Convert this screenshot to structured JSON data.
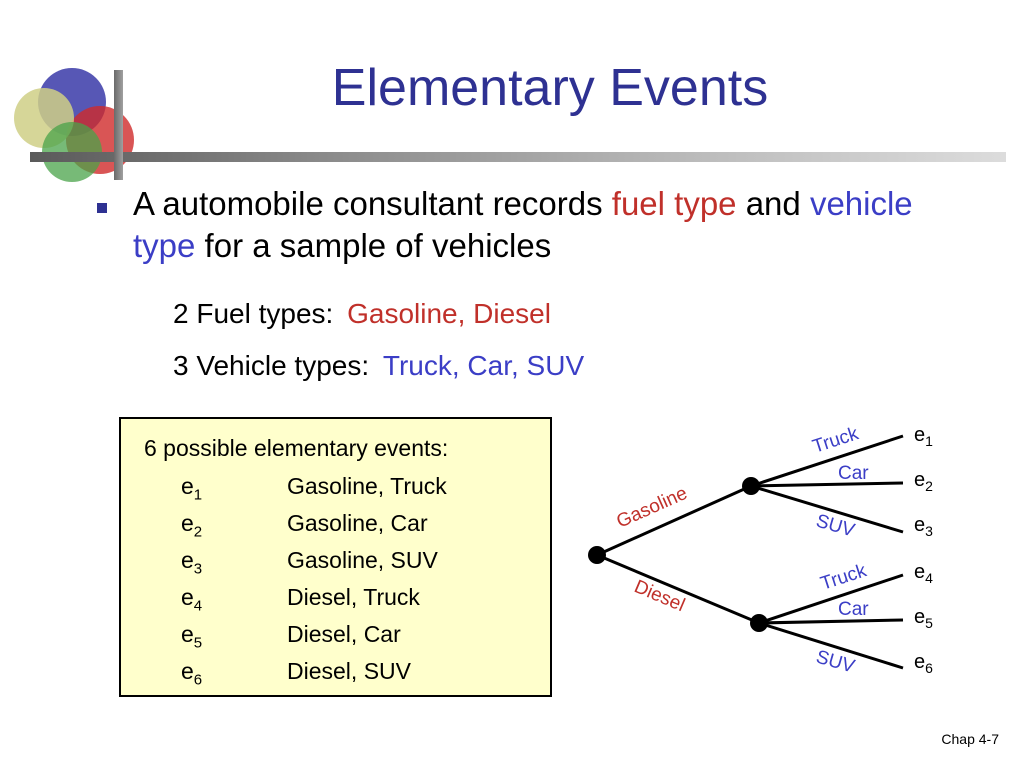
{
  "slide": {
    "title": "Elementary Events",
    "bullet": {
      "intro": "A automobile consultant records",
      "fuel": "fuel type",
      "and": "and",
      "vehicle": "vehicle type",
      "rest": "for a sample of vehicles"
    },
    "fuel_types": {
      "label": "2 Fuel types:",
      "value": "Gasoline, Diesel"
    },
    "vehicle_types": {
      "label": "3 Vehicle types:",
      "value": "Truck, Car, SUV"
    },
    "events_box": {
      "heading": "6 possible elementary events:",
      "rows": [
        {
          "code": "e",
          "sub": "1",
          "desc": "Gasoline, Truck"
        },
        {
          "code": "e",
          "sub": "2",
          "desc": "Gasoline, Car"
        },
        {
          "code": "e",
          "sub": "3",
          "desc": "Gasoline, SUV"
        },
        {
          "code": "e",
          "sub": "4",
          "desc": "Diesel, Truck"
        },
        {
          "code": "e",
          "sub": "5",
          "desc": "Diesel, Car"
        },
        {
          "code": "e",
          "sub": "6",
          "desc": "Diesel, SUV"
        }
      ]
    },
    "tree": {
      "fuel_labels": {
        "gasoline": "Gasoline",
        "diesel": "Diesel"
      },
      "vehicle_labels": {
        "truck": "Truck",
        "car": "Car",
        "suv": "SUV"
      },
      "leaves": [
        {
          "code": "e",
          "sub": "1"
        },
        {
          "code": "e",
          "sub": "2"
        },
        {
          "code": "e",
          "sub": "3"
        },
        {
          "code": "e",
          "sub": "4"
        },
        {
          "code": "e",
          "sub": "5"
        },
        {
          "code": "e",
          "sub": "6"
        }
      ]
    },
    "footer": "Chap 4-7"
  },
  "colors": {
    "title": "#2e3192",
    "fuel": "#c0302a",
    "vehicle": "#3b3ec6",
    "box": "#ffffcc"
  },
  "icons": {
    "logo": "overlapping-circles-logo",
    "bullet": "square-bullet-icon"
  }
}
